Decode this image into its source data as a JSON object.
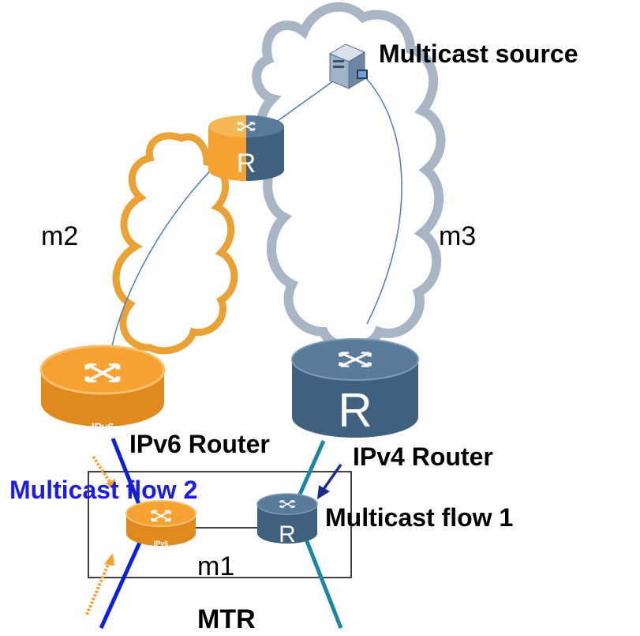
{
  "labels": {
    "multicast_source": "Multicast source",
    "m2": "m2",
    "m3": "m3",
    "ipv6_router": "IPv6 Router",
    "ipv4_router": "IPv4 Router",
    "multicast_flow_2": "Multicast flow 2",
    "multicast_flow_1": "Multicast flow 1",
    "m1": "m1",
    "mtr": "MTR"
  },
  "router_badges": {
    "ipv6_big": "IPv6",
    "ipv6_small": "IPv6",
    "r_glyph": "R"
  },
  "icons": [
    "server-icon",
    "router-icon"
  ],
  "colors": {
    "orange": "#f5a233",
    "orange_dark": "#c87a12",
    "steel_blue": "#3f607f",
    "steel_blue_dark": "#2c4966",
    "cloud_grey": "#9aa9bb",
    "cloud_orange": "#e8981f",
    "flow_blue": "#0b1fe0",
    "flow_teal": "#1a85a6",
    "link_blue": "#4a7cc4",
    "label_blue": "#1c1ce6"
  }
}
